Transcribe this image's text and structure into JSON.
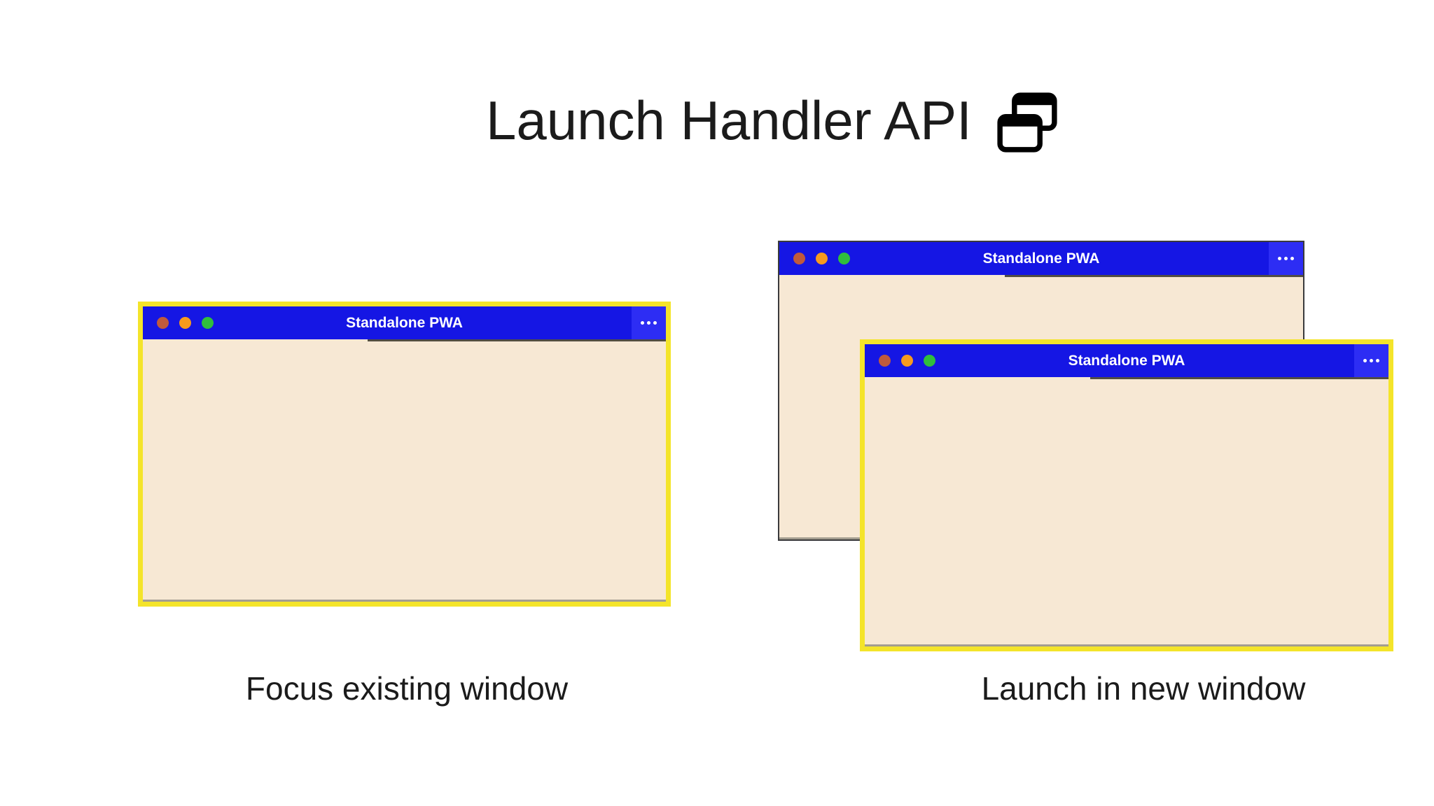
{
  "header": {
    "title": "Launch Handler API",
    "icon": "overlapping-windows"
  },
  "windows": {
    "left": {
      "title": "Standalone PWA"
    },
    "back": {
      "title": "Standalone PWA"
    },
    "front": {
      "title": "Standalone PWA"
    }
  },
  "captions": {
    "left": "Focus existing window",
    "right": "Launch in new window"
  },
  "icons": {
    "header_icon": "overlapping-windows",
    "window_menu": "ellipsis",
    "window_controls": [
      "dot-red",
      "dot-orange",
      "dot-green"
    ]
  },
  "colors": {
    "titlebar_blue": "#1516E4",
    "menu_blue": "#2D2DF4",
    "window_body": "#F7E8D4",
    "highlight_yellow": "#F4E42A",
    "back_border": "#3A3A3C",
    "dot_red": "#C05A3C",
    "dot_orange": "#F79A1E",
    "dot_green": "#30BE3C",
    "body_bottom_line": "#A39D90",
    "text_dark": "#1B1B1B"
  }
}
